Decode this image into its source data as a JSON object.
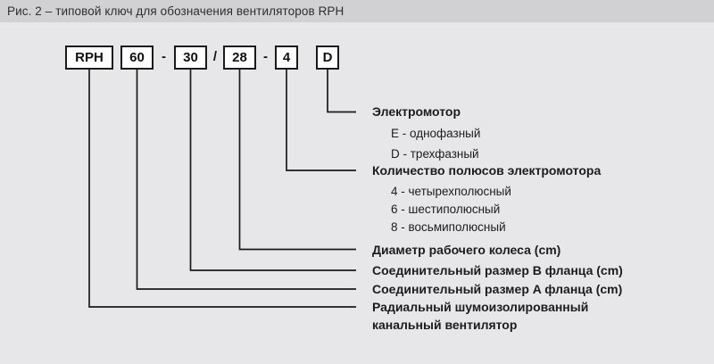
{
  "title": "Рис. 2 – типовой ключ для обозначения вентиляторов RPH",
  "code": {
    "boxes": [
      "RPH",
      "60",
      "30",
      "28",
      "4",
      "D"
    ],
    "separators": [
      "-",
      "/",
      "-"
    ]
  },
  "legend": [
    {
      "heading": "Электромотор",
      "items": [
        "E - однофазный",
        "D - трехфазный"
      ]
    },
    {
      "heading": "Количество полюсов электромотора",
      "items": [
        "4 - четырехполюсный",
        "6 - шестиполюсный",
        "8 - восьмиполюсный"
      ]
    },
    {
      "heading": "Диаметр рабочего колеса (cm)",
      "items": []
    },
    {
      "heading": "Соединительный размер B фланца (cm)",
      "items": []
    },
    {
      "heading": "Соединительный размер A фланца (cm)",
      "items": []
    },
    {
      "heading": "Радиальный шумоизолированный канальный вентилятор",
      "items": []
    }
  ],
  "colors": {
    "background": "#e7e7e9",
    "titlebar_background": "#d1d1d3",
    "line_and_border": "#1a1a1a",
    "text": "#1c1c1c"
  }
}
